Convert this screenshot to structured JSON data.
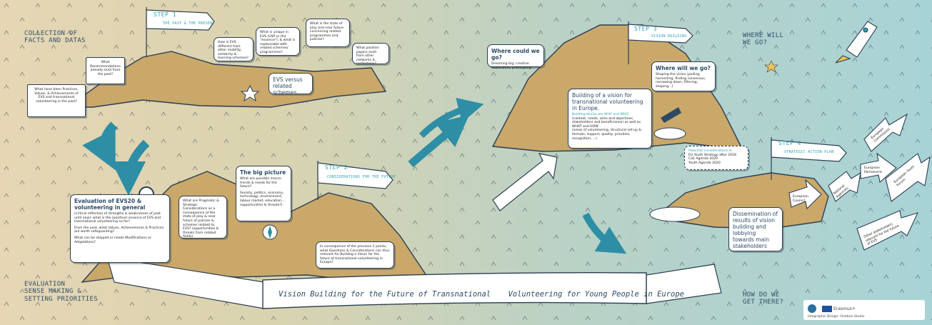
{
  "corner_labels": {
    "collection": "COLLECTION OF\nFACTS AND DATAS",
    "evaluation": "EVALUATION\nSENSE MAKING &\nSETTING PRIORITIES",
    "where_will": "WHERE WILL\nWE GO?",
    "how_do": "HOW DO WE\nGET THERE?"
  },
  "steps": {
    "step1_num": "STEP 1",
    "step1_title": "THE PAST & THE PRESENT",
    "step2_num": "STEP 2",
    "step2_title": "CONSIDERATIONS FOR THE FUTURE",
    "step3_num": "STEP 3",
    "step3_title": "VISION BUILDING",
    "step4_num": "STEP 4",
    "step4_title": "STRATEGIC ACTION PLAN"
  },
  "step1_arrows": {
    "what_have_been": "What have been Practices, Values, & Achievements of EVS and transnational volunteering in the past?",
    "recommendations": "What Recommendations already exist from the past?"
  },
  "step1_flags": {
    "how_is_evs": "How is EVS different from other mobility, solidarity & learning schemes?",
    "what_is_unique": "What is unique in EVS (USP or the \"essence\"), & what is replaceable with related schemes/ programmes?",
    "state_of_play": "What is the state of play and near future concerning related programmes and policies?",
    "position_papers": "What position papers exist from other networks & institutions?",
    "evs_versus": "EVS versus related schemes"
  },
  "evaluation_box": {
    "title": "Evaluation of EVS20 & volunteering in general",
    "line1": "(critical reflection of strengths & weaknesses of past until now): what is the (positive) essence of EVS and transnational volunteering so far?",
    "line2": "From the past, what Values, Achievements & Practices are worth safeguarding?",
    "line3": "What can be skipped or needs Modifications or Adaptations?"
  },
  "what_are_box": {
    "text": "What are Pragmatic & Strategic Considerations as a consequence of the state of play & near future of policies & schemes related to EVS? (opportunities & threats from related fields)"
  },
  "big_picture": {
    "title": "The big picture",
    "line1": "What are possible macro-trends & needs for the future?",
    "line2": "Society, politics, economy, technology, environment, labour market, education,... (opportunities & threats?)"
  },
  "consequence_box": {
    "text": "In consequence of the previous 2 points, what Questions & Considerations can thus relevant for Building a Vision for the future of transnational volunteering in Europe?"
  },
  "where_could": {
    "title": "Where could we go?",
    "text": "Dreaming big, creative exploration, prototyping..."
  },
  "where_will": {
    "title": "Where will we go?",
    "text": "Shaping the vision (polling, harvesting, finding consensus, narrowing down, filtering, shaping...)"
  },
  "building_vision": {
    "title": "Building of a vision for transnational volunteering in Europe.",
    "line1": "Building blocks are WHY and WHO",
    "line2": "(context, needs, aims and objectives, stakeholders and beneficiaries) as well as WHAT and HOW",
    "line3": "(areas of volunteering, structural set-up & formats, support, quality, priorities, recognition, ...)"
  },
  "potential": {
    "title": "Potential considerations in",
    "items": [
      "EU Youth Strategy after 2018",
      "CoE Agenda 2020",
      "Youth Agenda 2020"
    ]
  },
  "dissemination": {
    "text": "Dissemination of results of vision building and lobbying towards main stakeholders"
  },
  "right_arrows": {
    "a1": "European Commission",
    "a2": "European Parliament",
    "a3": "European Youth Forum",
    "a4": "National Agencies",
    "a5": "Other stakeholders relevant for the future of EVS",
    "a6": "European Council"
  },
  "banner": {
    "left": "Vision Building for the Future of Transnational",
    "right": "Volunteering for Young People in Europe"
  },
  "logos": {
    "erasmus": "Erasmus+",
    "credit": "Infographic Design: Outdoor Studio"
  },
  "colors": {
    "hill": "#c9a86a",
    "outline": "#2b3d52",
    "arrow_teal": "#2d8ea5",
    "accent": "#2aa0b6"
  }
}
